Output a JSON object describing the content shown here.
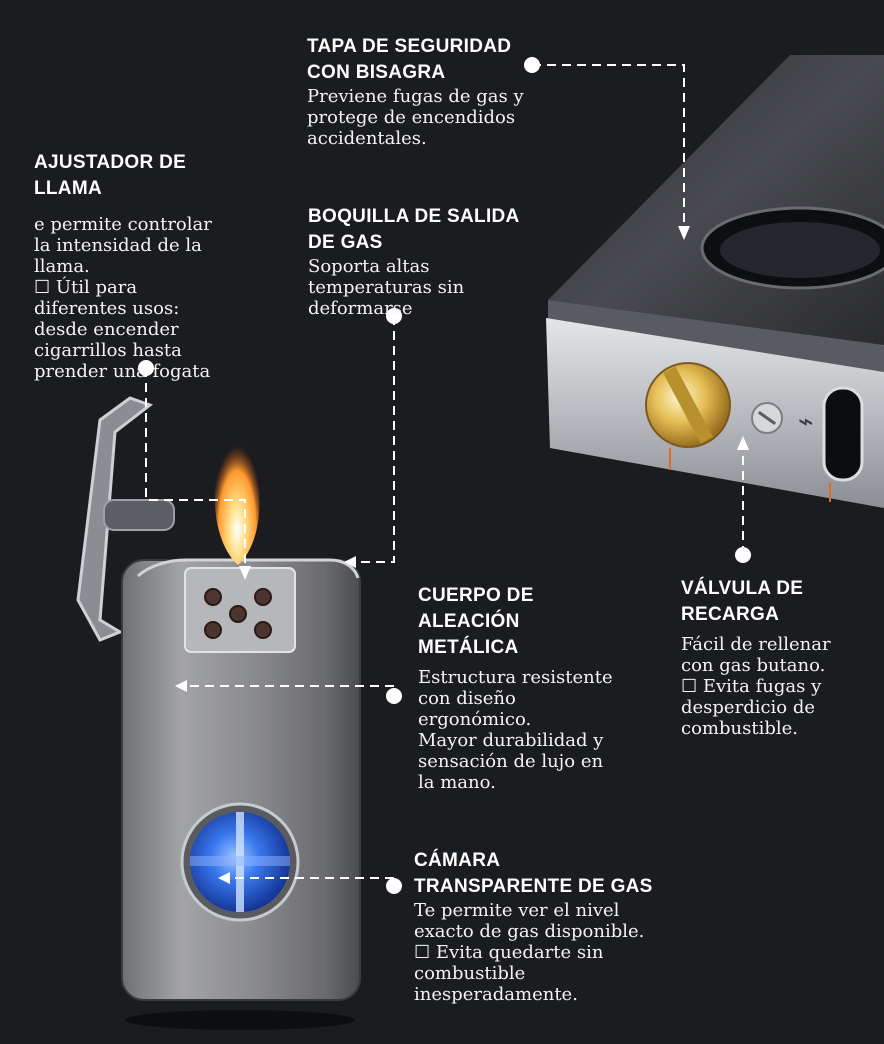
{
  "callouts": {
    "tapa": {
      "title": "TAPA DE SEGURIDAD CON BISAGRA",
      "body": "Previene fugas de gas y\nprotege de encendidos\naccidentales."
    },
    "ajustador": {
      "title": "AJUSTADOR DE LLAMA",
      "body": " e permite controlar\nla intensidad de la\nllama.\n☐ Útil para\ndiferentes usos:\ndesde encender\ncigarrillos hasta\nprender una fogata"
    },
    "boquilla": {
      "title": "BOQUILLA DE SALIDA DE GAS",
      "body": "Soporta altas\ntemperaturas sin\ndeformarse"
    },
    "cuerpo": {
      "title": "CUERPO DE ALEACIÓN METÁLICA",
      "body": "Estructura resistente\ncon diseño\nergonómico.\nMayor durabilidad y\nsensación de lujo en\nla mano."
    },
    "valvula": {
      "title": "VÁLVULA DE RECARGA",
      "body": "Fácil de rellenar\ncon gas butano.\n☐ Evita fugas y\ndesperdicio de\ncombustible."
    },
    "camara": {
      "title": "CÁMARA TRANSPARENTE DE GAS",
      "body": "Te permite ver el nivel\nexacto de gas disponible.\n☐ Evita quedarte sin\ncombustible\ninesperadamente."
    }
  },
  "colors": {
    "background": "#1b1c20",
    "text": "#ffffff",
    "flame": "#ffb347",
    "gas_window": "#2a66e0",
    "refill_valve": "#d8a640"
  }
}
